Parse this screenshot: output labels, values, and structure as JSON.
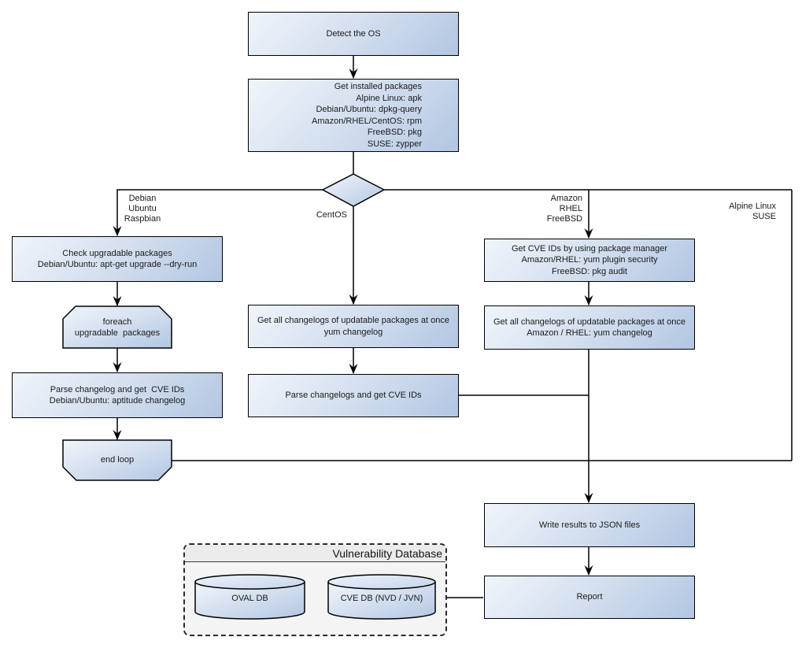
{
  "diagram": {
    "nodes": {
      "detect_os": "Detect the OS",
      "get_installed_packages": "Get installed packages\nAlpine Linux: apk\nDebian/Ubuntu: dpkg-query\nAmazon/RHEL/CentOS: rpm\nFreeBSD: pkg\nSUSE: zypper",
      "check_upgradable": "Check upgradable packages\nDebian/Ubuntu: apt-get upgrade --dry-run",
      "foreach_loop": "foreach\nupgradable  packages",
      "parse_changelog_debian": "Parse changelog and get  CVE IDs\nDebian/Ubuntu: aptitude changelog",
      "end_loop": "end loop",
      "get_changelogs_centos": "Get all changelogs of updatable packages at once\nyum changelog",
      "parse_changelogs_centos": "Parse changelogs and get CVE IDs",
      "get_cve_ids_pkg_manager": "Get CVE IDs by using package manager\nAmazon/RHEL: yum plugin security\nFreeBSD: pkg audit",
      "get_changelogs_amazon": "Get all changelogs of updatable packages at once\nAmazon / RHEL: yum changelog",
      "write_json": "Write results to JSON files",
      "report": "Report"
    },
    "branch_labels": {
      "left": "Debian\nUbuntu\nRaspbian",
      "center": "CentOS",
      "right": "Amazon\nRHEL\nFreeBSD",
      "far_right": "Alpine Linux\nSUSE"
    },
    "vulnerability_database": {
      "title": "Vulnerability Database",
      "oval_db": "OVAL DB",
      "cve_db": "CVE DB (NVD / JVN)"
    },
    "colors": {
      "node_gradient_start": "#f1f5fb",
      "node_gradient_end": "#b2c6e2",
      "node_border": "#000000",
      "connector": "#000000",
      "db_panel_bg": "#f4f4f4",
      "db_title_bg": "#ebebeb",
      "text": "#1b1b1b"
    }
  }
}
